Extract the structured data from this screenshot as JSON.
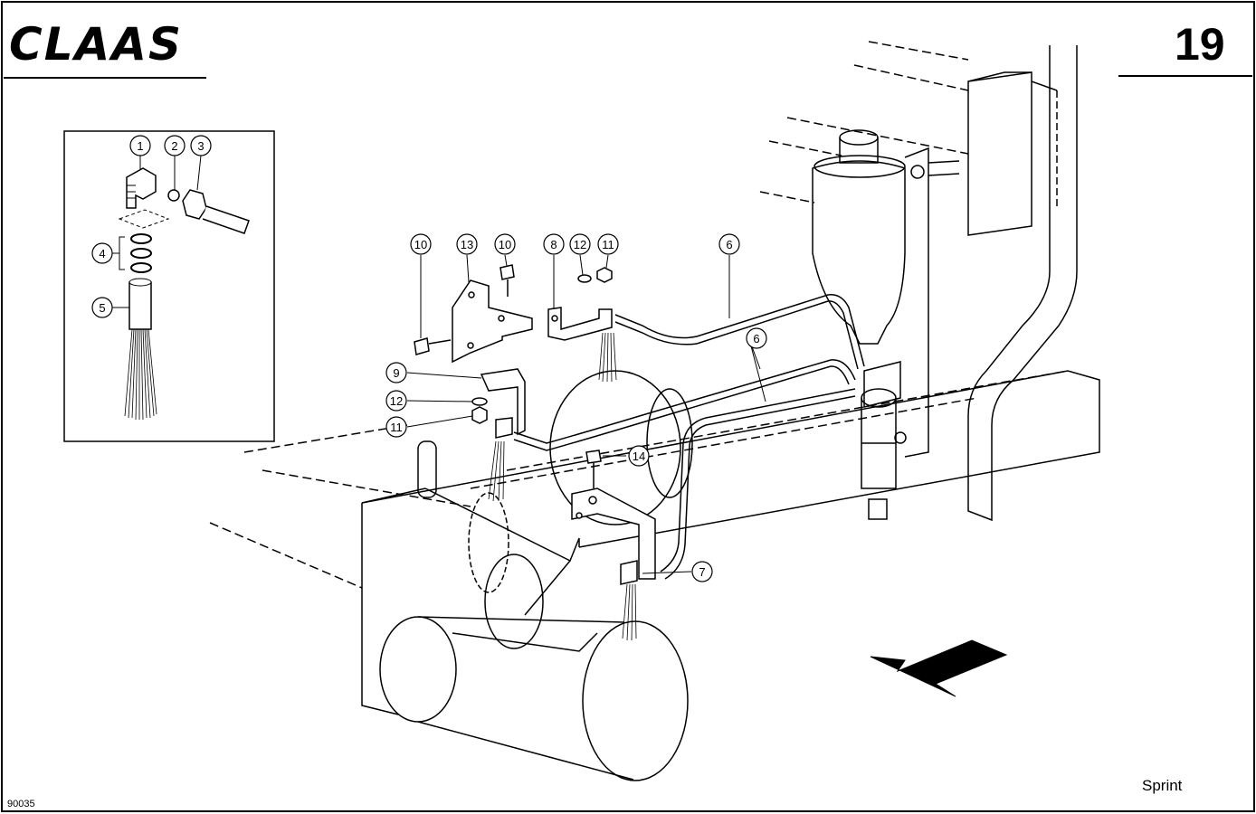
{
  "header": {
    "brand": "CLAAS",
    "page_number": "19"
  },
  "footer": {
    "drawing_code": "90035",
    "model": "Sprint"
  },
  "callouts": [
    "1",
    "2",
    "3",
    "4",
    "5",
    "6",
    "6",
    "7",
    "8",
    "9",
    "10",
    "10",
    "11",
    "11",
    "12",
    "12",
    "13",
    "14"
  ]
}
